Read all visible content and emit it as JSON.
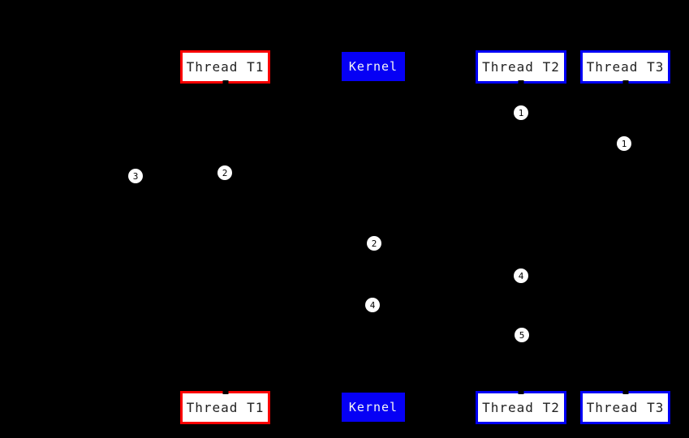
{
  "colors": {
    "background": "#000000",
    "t1_border": "#fa0000",
    "thread_border": "#0000f5",
    "kernel_bg": "#0600f5",
    "kernel_text": "#f5f5f5",
    "box_bg": "#ffffff",
    "box_text": "#222222",
    "marker_bg": "#ffffff",
    "marker_text": "#000000"
  },
  "lanes": {
    "t1": {
      "label": "Thread T1"
    },
    "kernel": {
      "label": "Kernel"
    },
    "t2": {
      "label": "Thread T2"
    },
    "t3": {
      "label": "Thread T3"
    }
  },
  "markers": [
    {
      "label": "1",
      "lane": "t2"
    },
    {
      "label": "1",
      "lane": "t3"
    },
    {
      "label": "2",
      "lane": "t1"
    },
    {
      "label": "3",
      "lane": "t1"
    },
    {
      "label": "2",
      "lane": "kernel"
    },
    {
      "label": "4",
      "lane": "t2"
    },
    {
      "label": "4",
      "lane": "kernel"
    },
    {
      "label": "5",
      "lane": "t2"
    }
  ]
}
